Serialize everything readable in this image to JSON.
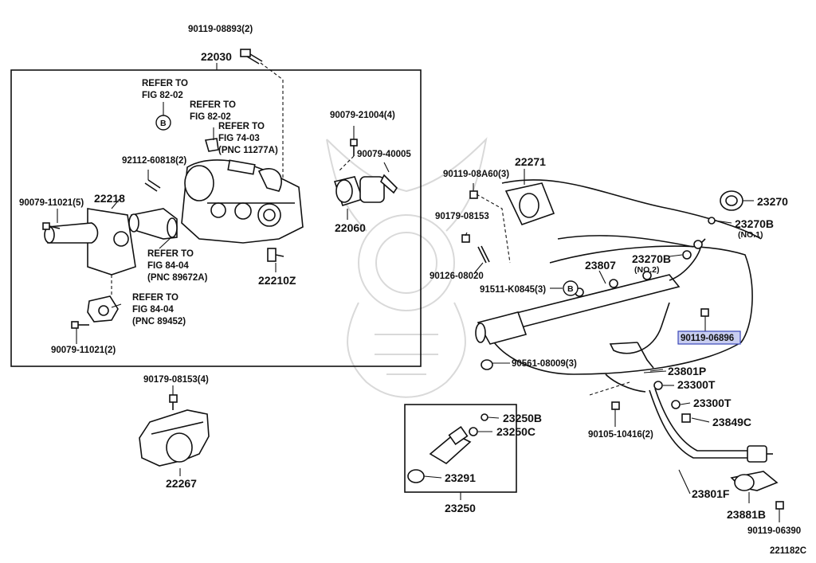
{
  "labels": {
    "bolt_top": "90119-08893(2)",
    "part_22030": "22030",
    "refer_a_1": "REFER TO",
    "refer_a_2": "FIG 82-02",
    "refer_b_1": "REFER TO",
    "refer_b_2": "FIG 82-02",
    "refer_c_1": "REFER TO",
    "refer_c_2": "FIG 74-03",
    "refer_c_3": "(PNC 11277A)",
    "circle_b_1": "B",
    "stud_92112": "92112-60818(2)",
    "bolt_90079_5": "90079-11021(5)",
    "part_22218": "22218",
    "refer_d_1": "REFER TO",
    "refer_d_2": "FIG 84-04",
    "refer_d_3": "(PNC 89672A)",
    "refer_e_1": "REFER TO",
    "refer_e_2": "FIG 84-04",
    "refer_e_3": "(PNC 89452)",
    "bolt_90079_2": "90079-11021(2)",
    "part_22210Z": "22210Z",
    "bolt_90079_4": "90079-21004(4)",
    "bolt_90079_40005": "90079-40005",
    "part_22060": "22060",
    "bolt_90179_4": "90179-08153(4)",
    "part_22267": "22267",
    "part_22271": "22271",
    "bolt_90119_08A60": "90119-08A60(3)",
    "bolt_90179_08153": "90179-08153",
    "stud_90126": "90126-08020",
    "bolt_91511": "91511-K0845(3)",
    "circle_b_2": "B",
    "part_23807": "23807",
    "part_23270B_no2": "23270B",
    "note_no2": "(NO.2)",
    "part_23270": "23270",
    "part_23270B_no1": "23270B",
    "note_no1": "(NO.1)",
    "highlight_90119_06896": "90119-06896",
    "nut_90561": "90561-08009(3)",
    "part_23801P": "23801P",
    "part_23300T_a": "23300T",
    "part_23300T_b": "23300T",
    "part_23849C": "23849C",
    "bolt_90105": "90105-10416(2)",
    "part_23250B": "23250B",
    "part_23250C": "23250C",
    "part_23291": "23291",
    "part_23250": "23250",
    "part_23801F": "23801F",
    "part_23881B": "23881B",
    "bolt_90119_06390": "90119-06390",
    "figure_code": "221182C"
  },
  "colors": {
    "line": "#111111",
    "highlight_fill": "#c8cdf0",
    "highlight_stroke": "#3a46b8",
    "watermark": "#d9d9d9"
  }
}
